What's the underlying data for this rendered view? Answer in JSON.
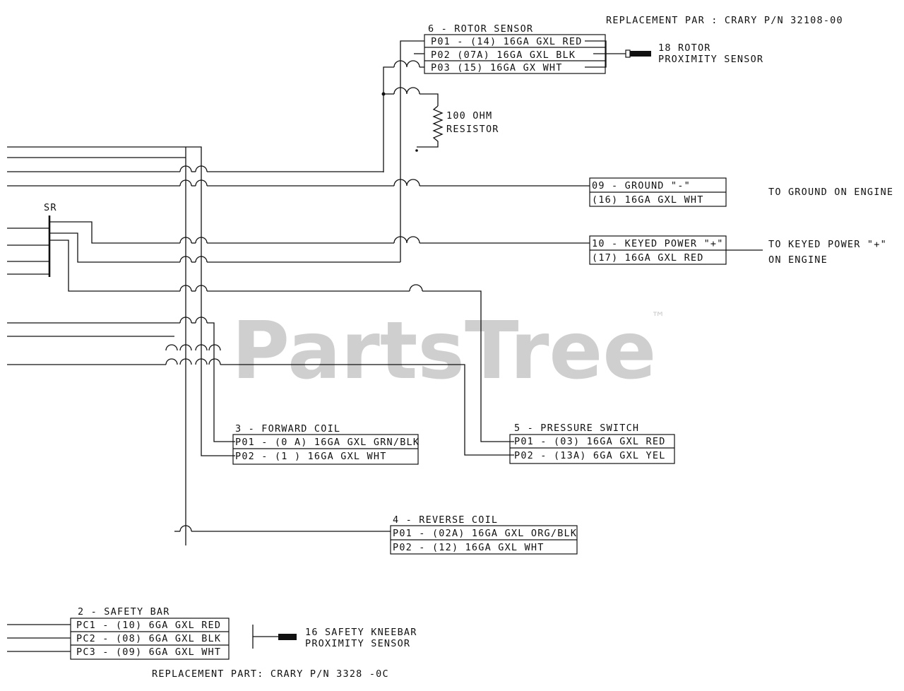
{
  "watermark": {
    "text": "PartsTree",
    "tm": "™"
  },
  "rotor_sensor": {
    "title": "6 - ROTOR SENSOR",
    "pins": [
      "P01 - (14) 16GA GXL RED",
      "P02   (07A) 16GA GXL BLK",
      "P03   (15) 16GA GX  WHT"
    ],
    "replacement": "REPLACEMENT PAR :  CRARY P/N 32108-00",
    "device_label_1": "18 ROTOR",
    "device_label_2": "PROXIMITY SENSOR"
  },
  "resistor": {
    "line1": "100 OHM",
    "line2": "RESISTOR"
  },
  "ground": {
    "lines": [
      "09 - GROUND \"-\"",
      "(16) 16GA GXL WHT"
    ],
    "note": "TO GROUND ON ENGINE"
  },
  "keyed_power": {
    "lines": [
      "10 - KEYED POWER \"+\"",
      "(17) 16GA GXL RED"
    ],
    "note_1": "TO KEYED POWER \"+\"",
    "note_2": "ON ENGINE"
  },
  "switch_label": "SR",
  "forward_coil": {
    "title": "3 - FORWARD COIL",
    "pins": [
      "P01 - (0 A) 16GA GXL GRN/BLK",
      "P02 - (1 ) 16GA GXL WHT"
    ]
  },
  "pressure_switch": {
    "title": "5 - PRESSURE SWITCH",
    "pins": [
      "P01 - (03) 16GA GXL RED",
      "P02 - (13A)  6GA GXL YEL"
    ]
  },
  "reverse_coil": {
    "title": "4 - REVERSE COIL",
    "pins": [
      "P01 - (02A) 16GA GXL ORG/BLK",
      "P02 - (12) 16GA GXL WHT"
    ]
  },
  "safety_bar": {
    "title": "2 - SAFETY BAR",
    "pins": [
      "PC1 - (10)  6GA GXL RED",
      "PC2 - (08)  6GA GXL BLK",
      "PC3 - (09)  6GA GXL WHT"
    ],
    "device_label_1": "16 SAFETY KNEEBAR",
    "device_label_2": "PROXIMITY SENSOR",
    "replacement": "REPLACEMENT PART:  CRARY P/N 3328 -0C"
  }
}
